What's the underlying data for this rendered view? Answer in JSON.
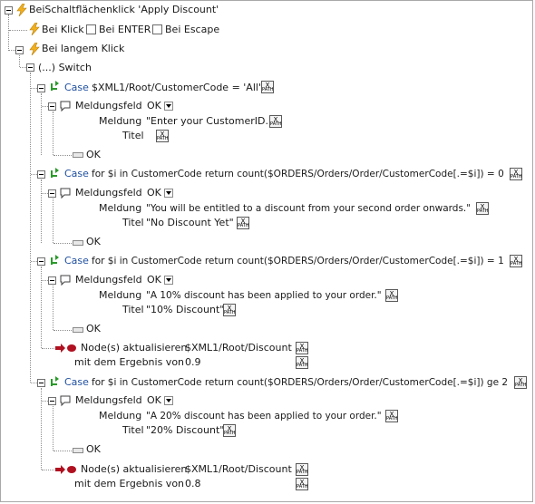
{
  "root": {
    "label": "BeiSchaltflächenklick 'Apply Discount'"
  },
  "on_click": {
    "label": "Bei Klick",
    "enter_label": "Bei ENTER",
    "escape_label": "Bei Escape"
  },
  "long_click": {
    "label": "Bei langem Klick"
  },
  "switch": {
    "label": "(...) Switch"
  },
  "cases": [
    {
      "keyword": "Case",
      "expr": "$XML1/Root/CustomerCode = 'All'",
      "message_box": {
        "label": "Meldungsfeld",
        "value": "OK",
        "message_label": "Meldung",
        "message": "\"Enter your CustomerID.\"",
        "title_label": "Titel",
        "title": ""
      },
      "ok_label": "OK"
    },
    {
      "keyword": "Case",
      "expr": "for $i in CustomerCode return count($ORDERS/Orders/Order/CustomerCode[.=$i]) = 0",
      "message_box": {
        "label": "Meldungsfeld",
        "value": "OK",
        "message_label": "Meldung",
        "message": "\"You will be entitled to a discount from your second order onwards.\"",
        "title_label": "Titel",
        "title": "\"No Discount Yet\""
      },
      "ok_label": "OK"
    },
    {
      "keyword": "Case",
      "expr": "for $i in CustomerCode return count($ORDERS/Orders/Order/CustomerCode[.=$i]) = 1",
      "message_box": {
        "label": "Meldungsfeld",
        "value": "OK",
        "message_label": "Meldung",
        "message": "\"A 10% discount has been applied to your order.\"",
        "title_label": "Titel",
        "title": "\"10% Discount\""
      },
      "ok_label": "OK",
      "update": {
        "label": "Node(s) aktualisieren",
        "target": "$XML1/Root/Discount",
        "result_label": "mit dem Ergebnis von",
        "result": "0.9"
      }
    },
    {
      "keyword": "Case",
      "expr": "for $i in CustomerCode return count($ORDERS/Orders/Order/CustomerCode[.=$i]) ge 2",
      "message_box": {
        "label": "Meldungsfeld",
        "value": "OK",
        "message_label": "Meldung",
        "message": "\"A 20% discount has been applied to your order.\"",
        "title_label": "Titel",
        "title": "\"20% Discount\""
      },
      "ok_label": "OK",
      "update": {
        "label": "Node(s) aktualisieren",
        "target": "$XML1/Root/Discount",
        "result_label": "mit dem Ergebnis von",
        "result": "0.8"
      }
    }
  ],
  "colors": {
    "bolt": "#f2b01e",
    "case_icon": "#2a9a2a",
    "case_text": "#1f4fa0",
    "update_dot": "#b01020",
    "arrow": "#b01020"
  },
  "icons": {
    "event": "lightning-bolt-icon",
    "case": "case-flow-icon",
    "message": "speech-bubble-icon",
    "button": "ok-button-icon",
    "xpath": "xpath-edit-icon"
  }
}
